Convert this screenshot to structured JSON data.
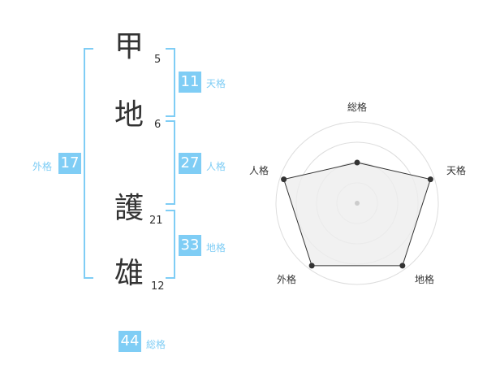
{
  "name": {
    "chars": [
      {
        "char": "甲",
        "strokes": "5"
      },
      {
        "char": "地",
        "strokes": "6"
      },
      {
        "char": "護",
        "strokes": "21"
      },
      {
        "char": "雄",
        "strokes": "12"
      }
    ]
  },
  "fortune": {
    "tenkaku": {
      "value": "11",
      "label": "天格"
    },
    "jinkaku": {
      "value": "27",
      "label": "人格"
    },
    "chikaku": {
      "value": "33",
      "label": "地格"
    },
    "gaikaku": {
      "value": "17",
      "label": "外格"
    },
    "soukaku": {
      "value": "44",
      "label": "総格"
    }
  },
  "radar": {
    "axes": [
      "総格",
      "天格",
      "地格",
      "外格",
      "人格"
    ],
    "values": [
      0.5,
      0.95,
      0.95,
      0.95,
      0.95
    ],
    "max": 1,
    "rings": 4,
    "accent_color": "#7fcdf5",
    "fill_color": "#eeeeee",
    "line_color": "#333333"
  }
}
